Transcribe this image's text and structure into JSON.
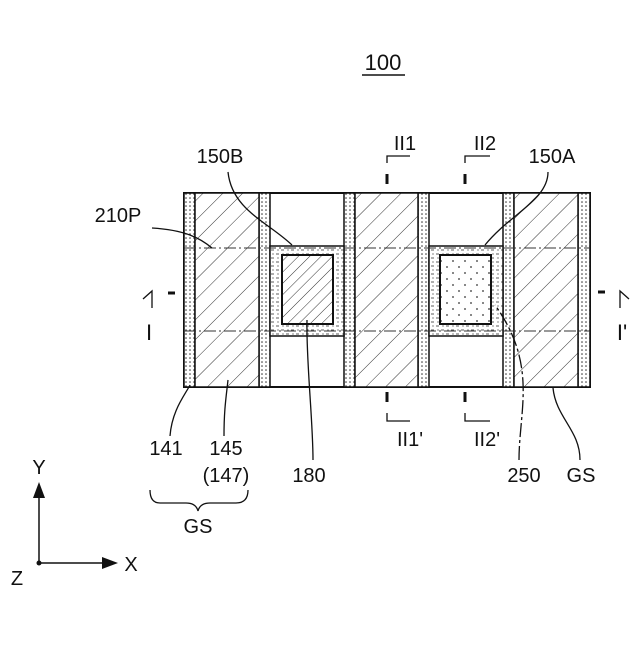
{
  "figure_number": "100",
  "labels": {
    "ref_150B": "150B",
    "ref_150A": "150A",
    "ref_210P": "210P",
    "ref_141": "141",
    "ref_145": "145",
    "ref_147": "(147)",
    "ref_180": "180",
    "ref_250": "250",
    "ref_gs_bottom_left": "GS",
    "ref_gs_right": "GS"
  },
  "section_markers": {
    "I": "I",
    "I_prime": "I'",
    "II1": "II1",
    "II2": "II2",
    "II1_prime": "II1'",
    "II2_prime": "II2'"
  },
  "axes": {
    "x": "X",
    "y": "Y",
    "z": "Z"
  }
}
